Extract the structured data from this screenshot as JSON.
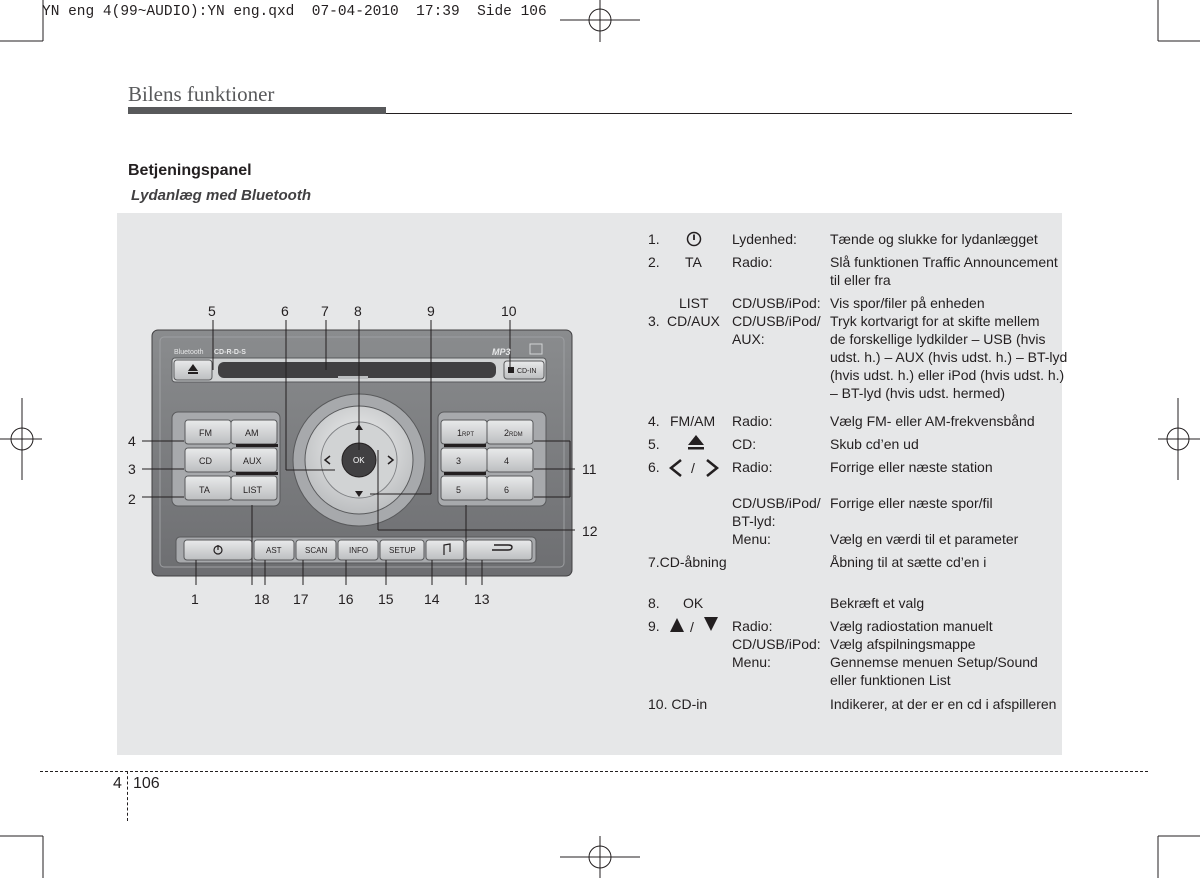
{
  "slug": "YN eng 4(99~AUDIO):YN eng.qxd  07-04-2010  17:39  Side 106",
  "header": {
    "title": "Bilens funktioner"
  },
  "section": {
    "title": "Betjeningspanel",
    "subtitle": "Lydanlæg med Bluetooth"
  },
  "footer": {
    "chapter": "4",
    "page": "106"
  },
  "device": {
    "brand_bluetooth": "Bluetooth",
    "brand_cd": "CD-R-D-S",
    "brand_mp3": "MP3",
    "cd_in": "CD-IN",
    "left_buttons": [
      "FM",
      "AM",
      "CD",
      "AUX",
      "TA",
      "LIST"
    ],
    "right_buttons": [
      "1",
      "RPT",
      "2",
      "RDM",
      "3",
      "4",
      "5",
      "6"
    ],
    "ok": "OK",
    "bottom_buttons": [
      "AST",
      "SCAN",
      "INFO",
      "SETUP"
    ]
  },
  "callouts": [
    "1",
    "2",
    "3",
    "4",
    "5",
    "6",
    "7",
    "8",
    "9",
    "10",
    "11",
    "12",
    "13",
    "14",
    "15",
    "16",
    "17",
    "18"
  ],
  "legend": {
    "r1": {
      "num": "1.",
      "label": "Lydenhed:",
      "desc": "Tænde og slukke for lydanlægget",
      "icon": "power-icon"
    },
    "r2": {
      "num": "2.",
      "key": "TA",
      "label": "Radio:",
      "desc1": "Slå funktionen Traffic Announcement",
      "desc2": "til eller fra"
    },
    "r3": {
      "key_a": "LIST",
      "num": "3.",
      "key_b": "CD/AUX",
      "label1": "CD/USB/iPod:",
      "desc1": "Vis spor/filer på enheden",
      "label2": "CD/USB/iPod/",
      "label3": "AUX:",
      "desc2": "Tryk kortvarigt for at skifte mellem",
      "desc3": "de forskellige lydkilder – USB (hvis",
      "desc4": "udst. h.) – AUX (hvis udst. h.) – BT-lyd",
      "desc5": "(hvis udst. h.) eller iPod (hvis udst. h.)",
      "desc6": "– BT-lyd (hvis udst. hermed)"
    },
    "r4": {
      "num": "4.",
      "key": "FM/AM",
      "label": "Radio:",
      "desc": "Vælg FM- eller AM-frekvensbånd"
    },
    "r5": {
      "num": "5.",
      "label": "CD:",
      "desc": "Skub cd’en ud",
      "icon": "eject-icon"
    },
    "r6": {
      "num": "6.",
      "sep": "/",
      "label": "Radio:",
      "desc": "Forrige eller næste station",
      "label2": "CD/USB/iPod/",
      "label3": "BT-lyd:",
      "desc2": "Forrige eller næste spor/fil",
      "label4": "Menu:",
      "desc4": "Vælg en værdi til et parameter"
    },
    "r7": {
      "key": "7.CD-åbning",
      "desc": "Åbning til at sætte cd’en i"
    },
    "r8": {
      "num": "8.",
      "key": "OK",
      "desc": "Bekræft et valg"
    },
    "r9": {
      "num": "9.",
      "sep": "/",
      "label1": "Radio:",
      "desc1": "Vælg radiostation manuelt",
      "label2": "CD/USB/iPod:",
      "desc2": "Vælg afspilningsmappe",
      "label3": "Menu:",
      "desc3": "Gennemse menuen Setup/Sound",
      "desc4": "eller funktionen List"
    },
    "r10": {
      "key": "10. CD-in",
      "desc": "Indikerer, at der er en cd i afspilleren"
    }
  }
}
